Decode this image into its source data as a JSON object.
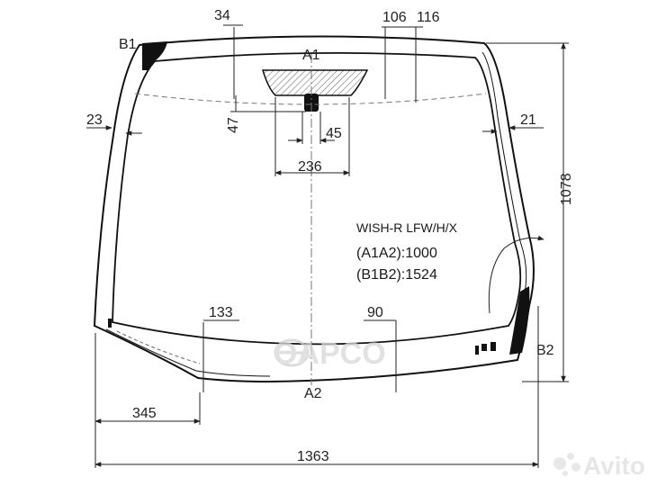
{
  "part": {
    "code": "WISH-R LFW/H/X",
    "a1a2": "(A1A2):1000",
    "b1b2": "(B1B2):1524"
  },
  "points": {
    "a1": "A1",
    "a2": "A2",
    "b1": "B1",
    "b2": "B2"
  },
  "dimensions": {
    "d34": "34",
    "d106": "106",
    "d116": "116",
    "d47": "47",
    "d45": "45",
    "d236": "236",
    "d23": "23",
    "d21": "21",
    "d1078": "1078",
    "d133": "133",
    "d90": "90",
    "d345": "345",
    "d1363": "1363"
  },
  "watermarks": {
    "brand": "ӨAPCO",
    "site": "Avito"
  }
}
